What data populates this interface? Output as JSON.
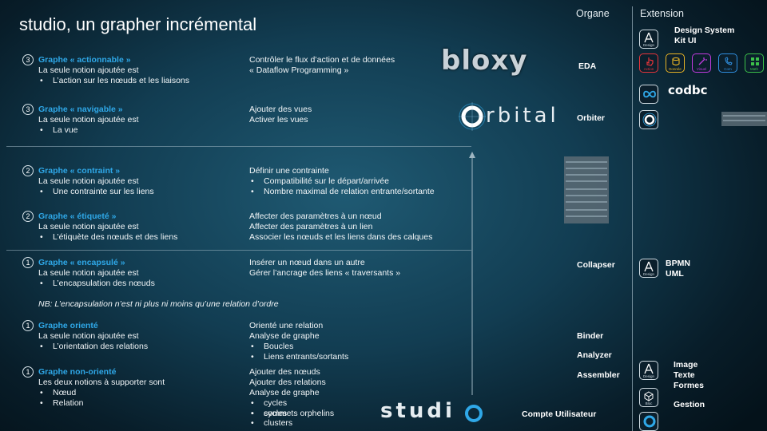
{
  "title": "studio, un grapher incrémental",
  "headers": {
    "organe": "Organe",
    "extension": "Extension"
  },
  "sections": [
    {
      "num": "3",
      "title": "Graphe « actionnable »",
      "lines": [
        "La seule notion ajoutée est"
      ],
      "bullets": [
        "L’action sur les nœuds et les liaisons"
      ],
      "right_lines": [
        "Contrôler le flux d’action et de données",
        "« Dataflow Programming »"
      ],
      "right_bullets": []
    },
    {
      "num": "3",
      "title": "Graphe « navigable »",
      "lines": [
        "La seule notion ajoutée est"
      ],
      "bullets": [
        "La vue"
      ],
      "right_lines": [
        "Ajouter des vues",
        "Activer les vues"
      ],
      "right_bullets": []
    },
    {
      "num": "2",
      "title": "Graphe « contraint »",
      "lines": [
        "La seule notion ajoutée est"
      ],
      "bullets": [
        "Une contrainte sur les liens"
      ],
      "right_lines": [
        "Définir une contrainte"
      ],
      "right_bullets": [
        "Compatibilité sur le départ/arrivée",
        "Nombre maximal de relation entrante/sortante"
      ]
    },
    {
      "num": "2",
      "title": "Graphe « étiqueté »",
      "lines": [
        "La seule notion ajoutée est"
      ],
      "bullets": [
        "L’étiquète des nœuds et des liens"
      ],
      "right_lines": [
        "Affecter des paramètres à un nœud",
        "Affecter des paramètres à un lien",
        "Associer les nœuds et les liens dans des calques"
      ],
      "right_bullets": []
    },
    {
      "num": "1",
      "title": "Graphe « encapsulé »",
      "lines": [
        "La seule notion ajoutée est"
      ],
      "bullets": [
        "L’encapsulation des nœuds"
      ],
      "right_lines": [
        "Insérer un nœud dans un autre",
        "Gérer l’ancrage des liens « traversants »"
      ],
      "right_bullets": []
    },
    {
      "num": "1",
      "title": "Graphe orienté",
      "lines": [
        "La seule notion ajoutée est"
      ],
      "bullets": [
        "L’orientation des relations"
      ],
      "right_lines": [
        "Orienté une relation",
        "Analyse de graphe"
      ],
      "right_bullets": [
        "Boucles",
        "Liens entrants/sortants"
      ]
    },
    {
      "num": "1",
      "title": "Graphe non-orienté",
      "lines": [
        "Les deux notions à supporter sont"
      ],
      "bullets": [
        "Nœud",
        "Relation"
      ],
      "right_lines": [
        "Ajouter des nœuds",
        "Ajouter des relations",
        "Analyse de graphe"
      ],
      "right_bullets": [
        "cycles",
        "sommets orphelins",
        "clusters"
      ]
    }
  ],
  "note": "NB: L’encapsulation n’est ni plus ni moins qu’une relation d’ordre",
  "logos": {
    "bloxy": "bloxy",
    "orbital": "rbital",
    "studio": "studi"
  },
  "organs": [
    "EDA",
    "Orbiter",
    "Collapser",
    "Binder",
    "Analyzer",
    "Assembler",
    "Compte Utilisateur"
  ],
  "extensions": {
    "design_system": "Design System",
    "kit_ui": "Kit UI",
    "codbc": "codbc",
    "bpmn": "BPMN",
    "uml": "UML",
    "image": "Image",
    "texte": "Texte",
    "formes": "Formes",
    "gestion": "Gestion"
  },
  "icon_labels": {
    "design": "Design",
    "action": "Action",
    "donnee": "Donnée",
    "visuel": "Visuel",
    "com": "Com",
    "math": "Math",
    "bloc": "Bloc"
  },
  "colors": {
    "accent_title": "#2fa8e8",
    "action": "#e8343a",
    "donnee": "#e8b425",
    "visuel": "#c23be0",
    "com": "#2f8fe0",
    "math": "#3cc24a",
    "orbit_blue": "#2fa8e8"
  }
}
